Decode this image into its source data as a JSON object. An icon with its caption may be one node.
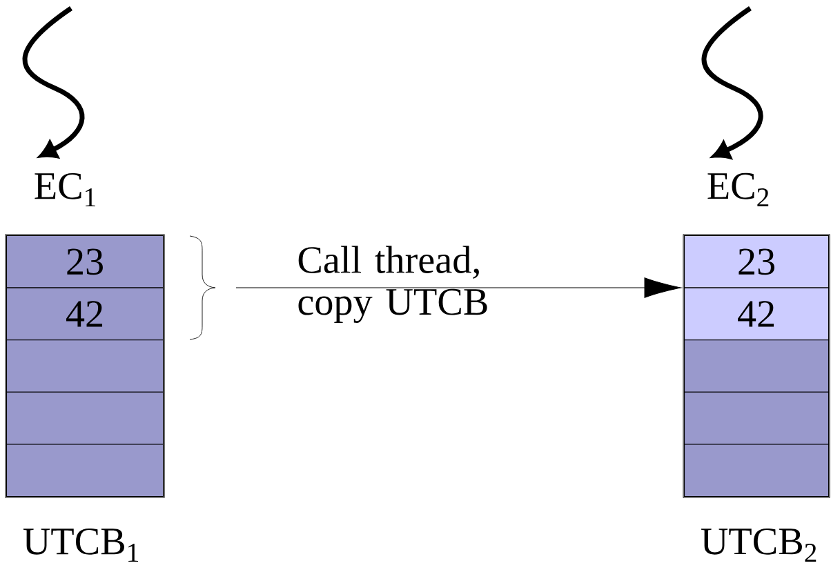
{
  "diagram": {
    "nodes": [
      {
        "text": [
          "EC$_{1}$"
        ]
      },
      {
        "text": [
          "UTCB$_{1}$"
        ]
      },
      {
        "text": [
          "23"
        ],
        "in": 1
      },
      {
        "text": [
          "42"
        ],
        "in": 1
      },
      {
        "text": [],
        "shape": "box",
        "in": 1
      },
      {
        "text": [],
        "shape": "box",
        "in": 1
      },
      {
        "text": [],
        "shape": "box",
        "in": 1
      },
      {
        "text": [
          "EC$_{2}$"
        ]
      },
      {
        "text": [
          "UTCB$_{2}$"
        ]
      },
      {
        "text": [
          "23"
        ],
        "in": 8
      },
      {
        "text": [
          "42"
        ],
        "in": 8
      },
      {
        "text": [],
        "shape": "box",
        "in": 8
      },
      {
        "text": [],
        "shape": "box",
        "in": 8
      },
      {
        "text": [],
        "shape": "box",
        "in": 8
      }
    ],
    "edges": [
      {
        "from": null,
        "to": 0,
        "arrow": "to"
      },
      {
        "from": null,
        "to": 7,
        "arrow": "to"
      },
      {
        "from": null,
        "to": 8,
        "arrow": "to",
        "label": "Call thread, copy UTCB"
      }
    ]
  }
}
